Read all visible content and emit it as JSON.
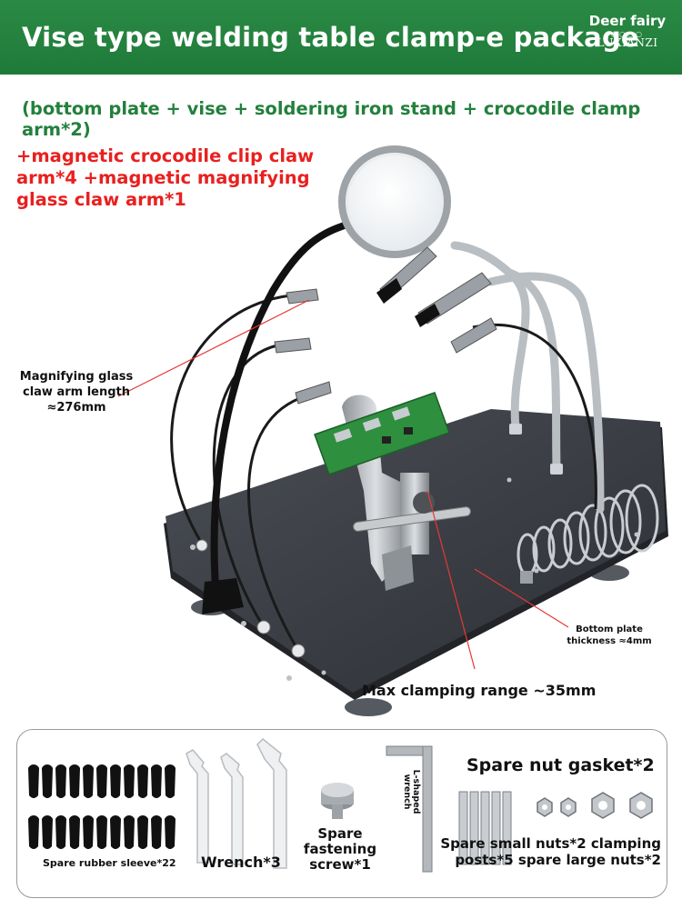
{
  "header": {
    "title": "Vise type welding table clamp-e package",
    "brand_name": "Deer fairy",
    "brand_sub": "LUXIANZI"
  },
  "subtitle": "(bottom plate + vise + soldering iron stand + crocodile clamp arm*2)",
  "red_text": "+magnetic crocodile clip claw arm*4 +magnetic magnifying glass claw arm*1",
  "labels": {
    "arm_length": "Magnifying glass claw arm length ≈276mm",
    "plate_thickness": "Bottom plate thickness ≈4mm",
    "clamp_range": "Max clamping range ~35mm"
  },
  "accessories": {
    "sleeve": "Spare rubber sleeve*22",
    "wrench": "Wrench*3",
    "screw": "Spare fastening screw*1",
    "l_wrench": "L-shaped wrench",
    "nut_gasket": "Spare nut gasket*2",
    "small_nuts": "Spare small nuts*2 clamping posts*5 spare large nuts*2"
  },
  "colors": {
    "header_green": "#1f7a39",
    "subtitle_green": "#23803c",
    "red": "#e8201f",
    "plate": "#3c3f44"
  }
}
